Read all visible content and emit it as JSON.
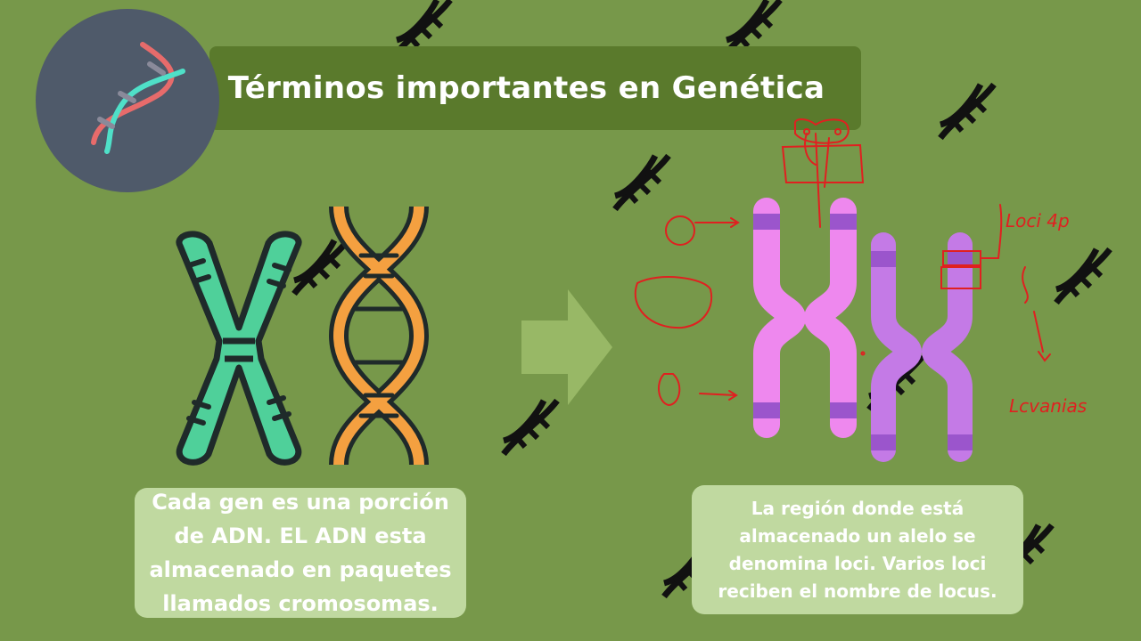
{
  "header": {
    "title": "Términos importantes en Genética"
  },
  "captions": {
    "left": "Cada gen es una porción de ADN. EL ADN esta almacenado en paquetes llamados cromosomas.",
    "right": "La región donde está almacenado un alelo se denomina loci. Varios loci reciben el nombre de locus."
  },
  "annotations": {
    "loci_label": "Loci 4p",
    "locus_label": "Lcvanias"
  },
  "icons": [
    "dna-icon",
    "chromosome-icon",
    "double-helix-icon",
    "arrow-right-icon"
  ],
  "colors": {
    "background": "#77984a",
    "title_bar": "#5a7a2c",
    "caption_box": "#c0d9a0",
    "logo_circle": "#4f5a6a",
    "chromosome_green": "#4fd09a",
    "helix_orange": "#f4a040",
    "chromosome_pink": "#ee88ee",
    "chromosome_purple": "#c47ae6",
    "band_purple": "#9b55cc",
    "annotation_red": "#e02020"
  }
}
